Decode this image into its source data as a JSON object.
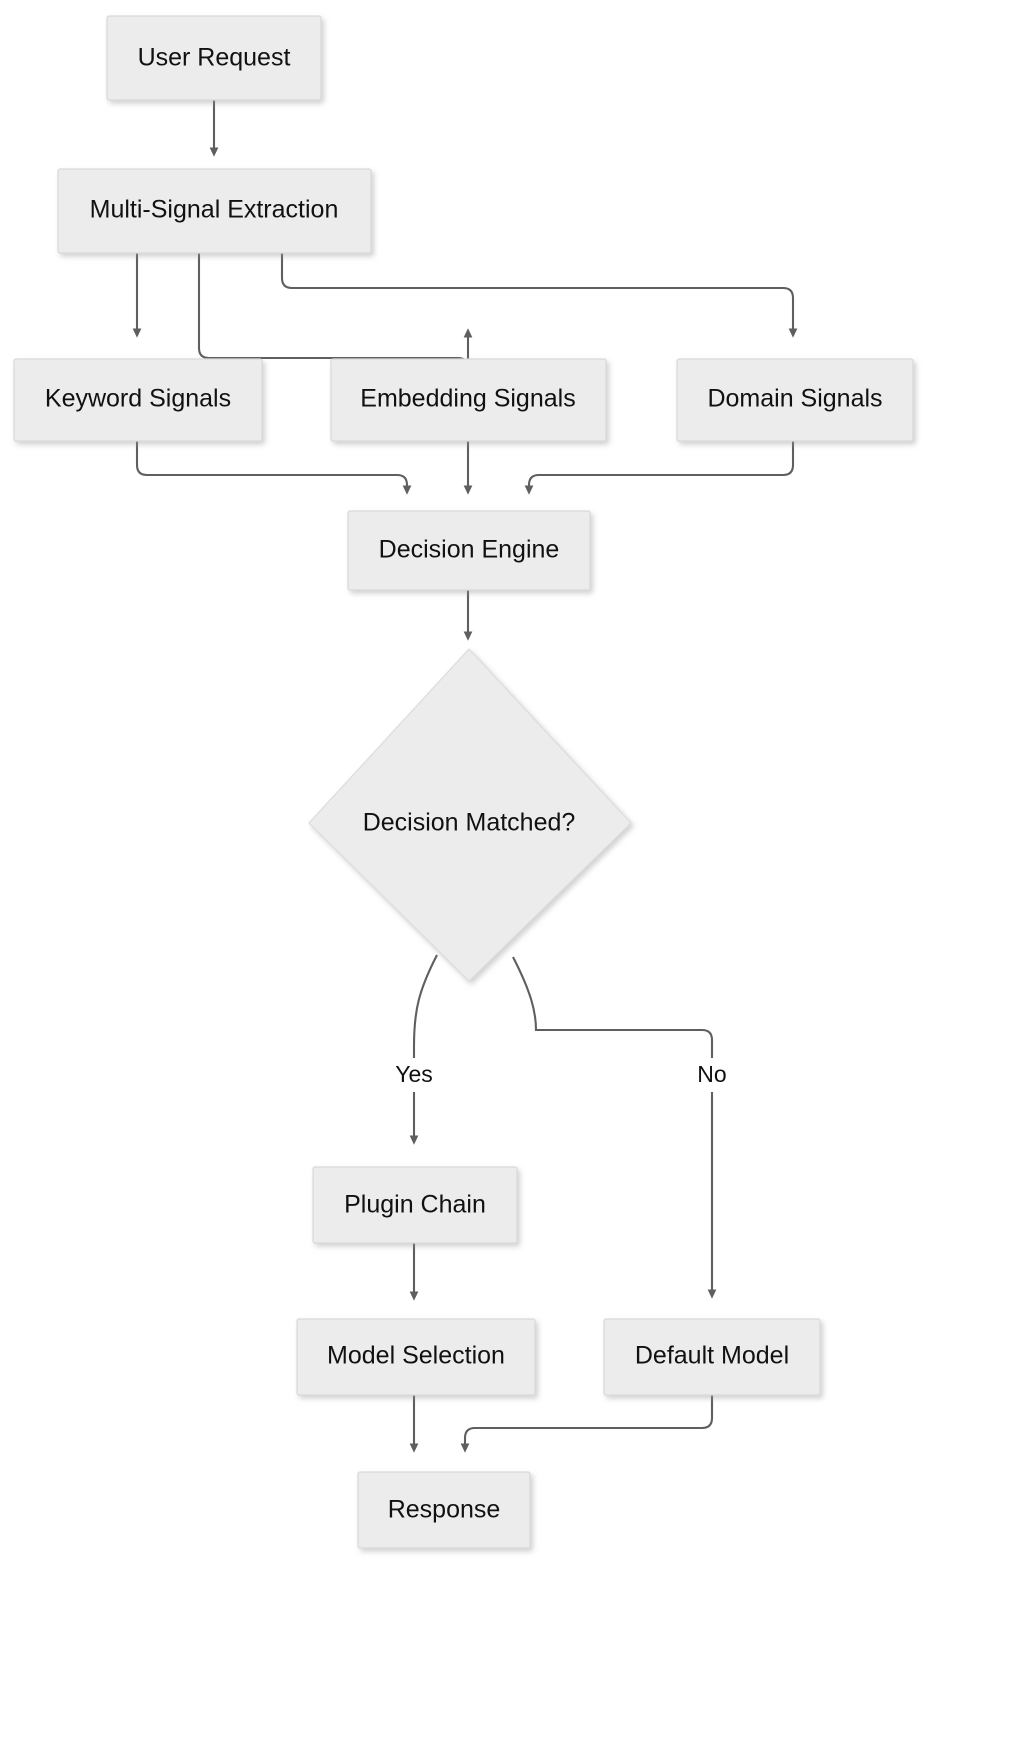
{
  "diagram": {
    "type": "flowchart",
    "orientation": "top-to-bottom",
    "background_color": "#ffffff",
    "node_fill_color": "#ececec",
    "node_border_color": "#d9d9d9",
    "edge_color": "#5f5f5f",
    "text_color": "#111111",
    "nodes": [
      {
        "id": "user_request",
        "label": "User Request",
        "shape": "rect"
      },
      {
        "id": "multi_signal",
        "label": "Multi-Signal Extraction",
        "shape": "rect"
      },
      {
        "id": "keyword_signals",
        "label": "Keyword Signals",
        "shape": "rect"
      },
      {
        "id": "embedding_signals",
        "label": "Embedding Signals",
        "shape": "rect"
      },
      {
        "id": "domain_signals",
        "label": "Domain Signals",
        "shape": "rect"
      },
      {
        "id": "decision_engine",
        "label": "Decision Engine",
        "shape": "rect"
      },
      {
        "id": "decision_matched",
        "label": "Decision Matched?",
        "shape": "diamond"
      },
      {
        "id": "plugin_chain",
        "label": "Plugin Chain",
        "shape": "rect"
      },
      {
        "id": "model_selection",
        "label": "Model Selection",
        "shape": "rect"
      },
      {
        "id": "default_model",
        "label": "Default Model",
        "shape": "rect"
      },
      {
        "id": "response",
        "label": "Response",
        "shape": "rect"
      }
    ],
    "edges": [
      {
        "from": "user_request",
        "to": "multi_signal",
        "label": ""
      },
      {
        "from": "multi_signal",
        "to": "keyword_signals",
        "label": ""
      },
      {
        "from": "multi_signal",
        "to": "embedding_signals",
        "label": ""
      },
      {
        "from": "multi_signal",
        "to": "domain_signals",
        "label": ""
      },
      {
        "from": "keyword_signals",
        "to": "decision_engine",
        "label": ""
      },
      {
        "from": "embedding_signals",
        "to": "decision_engine",
        "label": ""
      },
      {
        "from": "domain_signals",
        "to": "decision_engine",
        "label": ""
      },
      {
        "from": "decision_engine",
        "to": "decision_matched",
        "label": ""
      },
      {
        "from": "decision_matched",
        "to": "plugin_chain",
        "label": "Yes"
      },
      {
        "from": "decision_matched",
        "to": "default_model",
        "label": "No"
      },
      {
        "from": "plugin_chain",
        "to": "model_selection",
        "label": ""
      },
      {
        "from": "model_selection",
        "to": "response",
        "label": ""
      },
      {
        "from": "default_model",
        "to": "response",
        "label": ""
      }
    ],
    "edge_labels": {
      "yes": "Yes",
      "no": "No"
    }
  }
}
